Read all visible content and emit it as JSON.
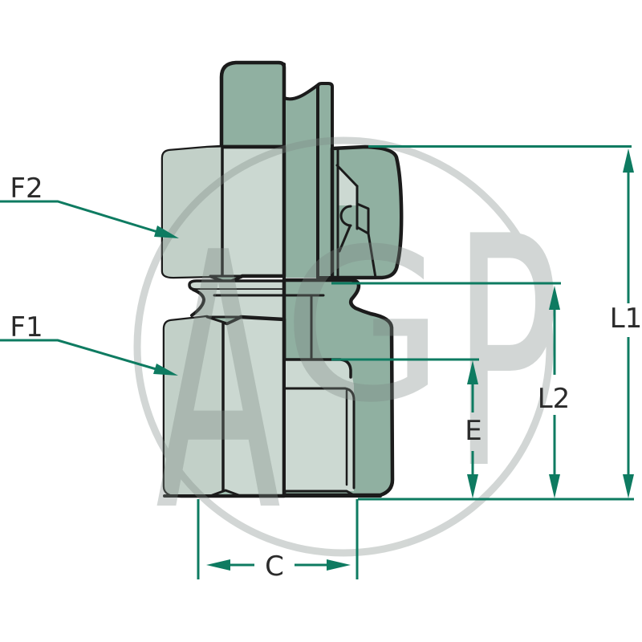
{
  "diagram": {
    "type": "technical-drawing",
    "description": "Sectioned straight compression fitting with dimension callouts"
  },
  "labels": {
    "f2": "F2",
    "f1": "F1",
    "l1": "L1",
    "l2": "L2",
    "e": "E",
    "c": "C"
  },
  "watermark": {
    "text": "AGP",
    "a": "A",
    "g": "G",
    "p": "P"
  },
  "colors": {
    "dimension": "#0e7b61",
    "outline": "#1b1b1b",
    "body_light": "#cbd8d1",
    "body_light_shade": "#c2d0c8",
    "body_section": "#90b0a1",
    "bore_light": "#ccd9d2",
    "chamfer": "#9fbdae",
    "watermark_gray": "#7e8a85",
    "label_text": "#2b2b2b",
    "background": "#ffffff"
  }
}
